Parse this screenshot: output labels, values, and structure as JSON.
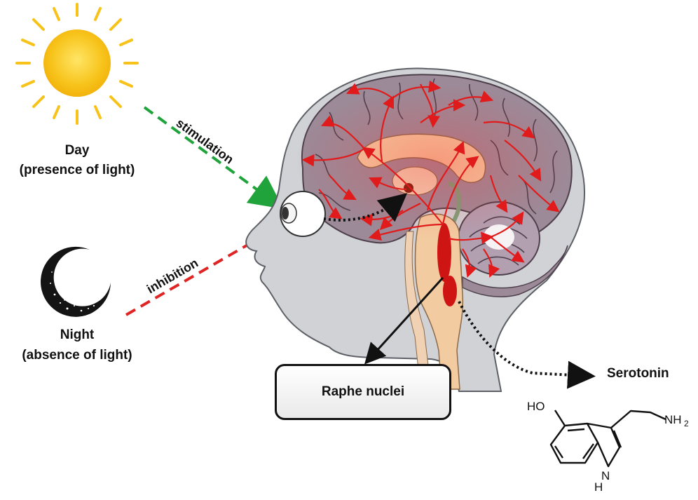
{
  "day": {
    "line1": "Day",
    "line2": "(presence of light)"
  },
  "night": {
    "line1": "Night",
    "line2": "(absence of light)"
  },
  "arrows": {
    "stimulation": "stimulation",
    "inhibition": "inhibition"
  },
  "raphe": "Raphe nuclei",
  "serotonin": {
    "label": "Serotonin",
    "ho": "HO",
    "nh2": "NH",
    "nh2_sub": "2",
    "nh": "N",
    "h": "H"
  },
  "colors": {
    "sun": "#f7c31a",
    "stimulation": "#21a33b",
    "inhibition": "#e02424",
    "brain": "#9c8a98",
    "head": "#d0d2d6",
    "pathway": "#e11b1b"
  }
}
